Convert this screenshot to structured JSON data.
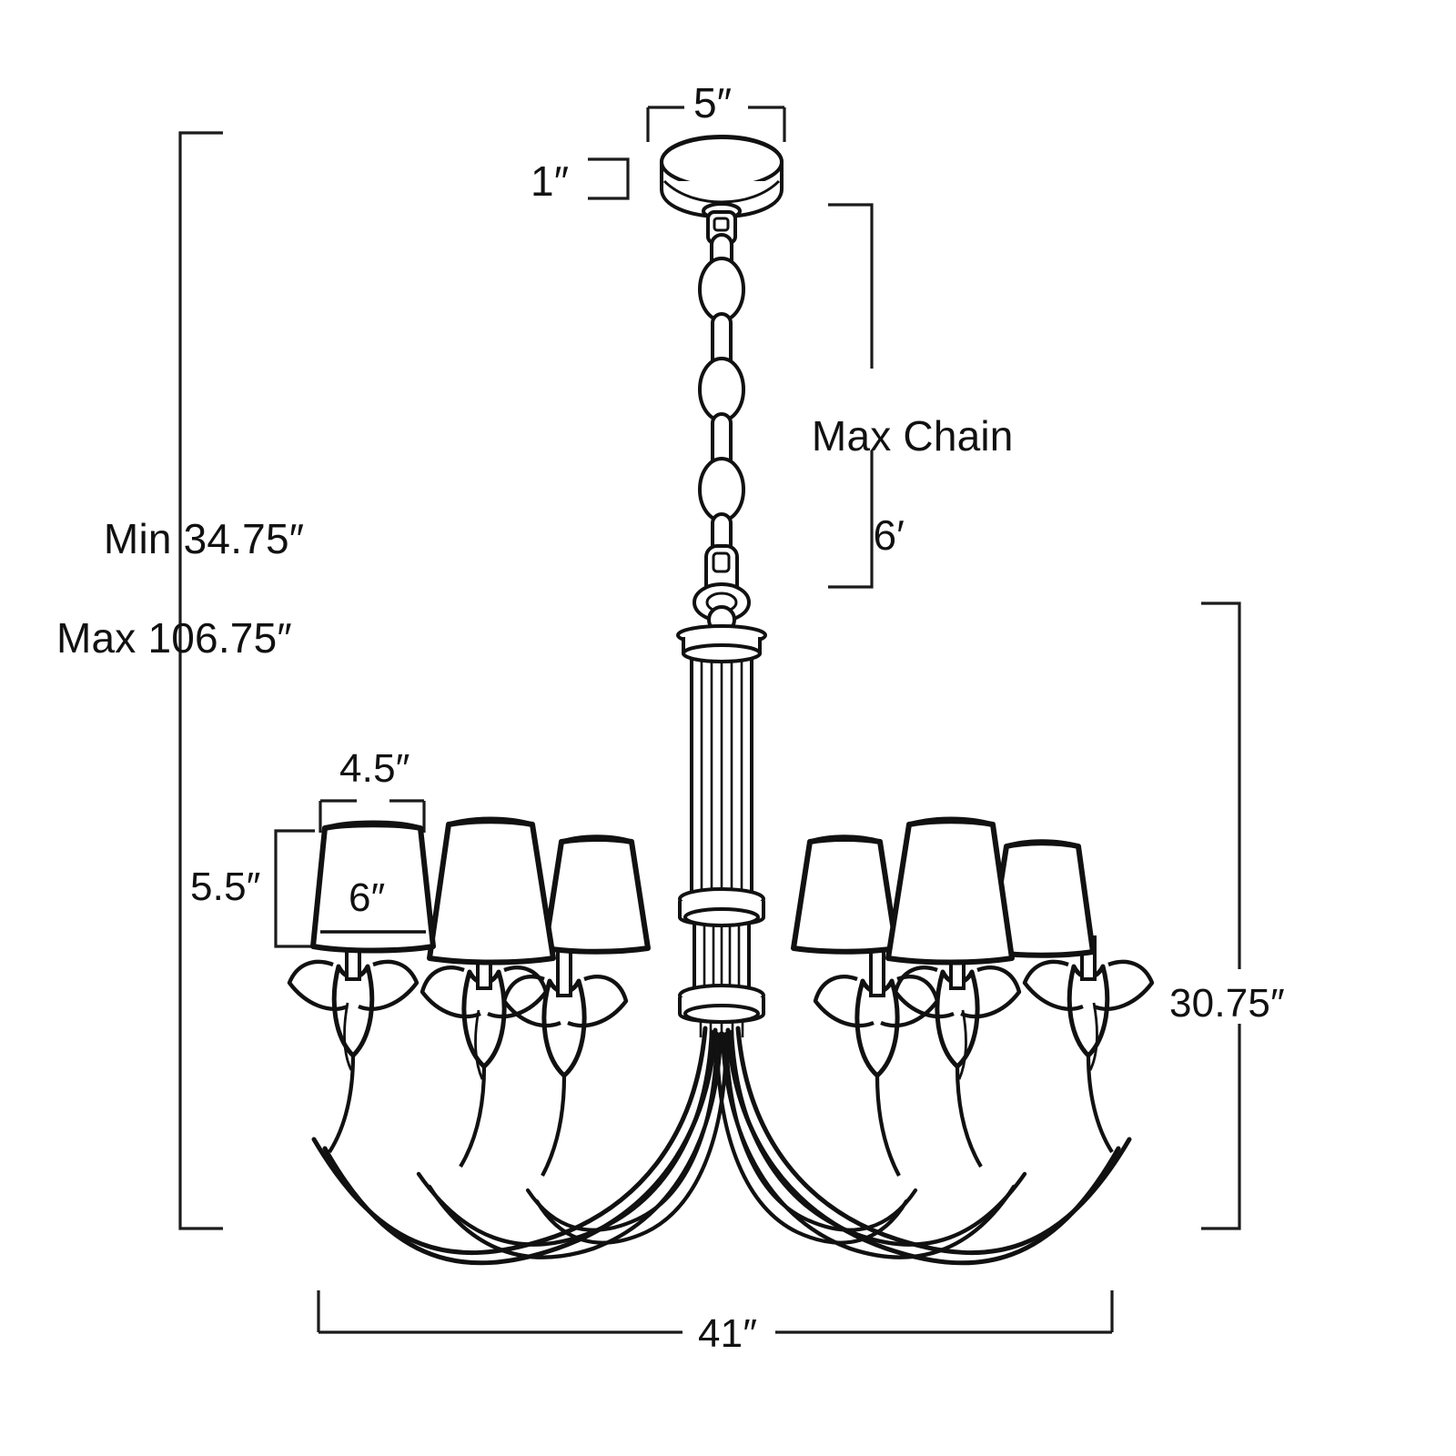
{
  "drawing": {
    "subject": "chandelier-dimension-diagram",
    "line_color": "#111111",
    "fill_color": "#ffffff",
    "background": "#ffffff"
  },
  "dimensions": {
    "canopy_width": "5″",
    "canopy_height": "1″",
    "max_chain_label": "Max Chain",
    "max_chain_value": "6′",
    "min_height": "Min 34.75″",
    "max_height": "Max 106.75″",
    "shade_top_diameter": "4.5″",
    "shade_height": "5.5″",
    "shade_bottom_diameter": "6″",
    "body_height": "30.75″",
    "overall_width": "41″"
  }
}
